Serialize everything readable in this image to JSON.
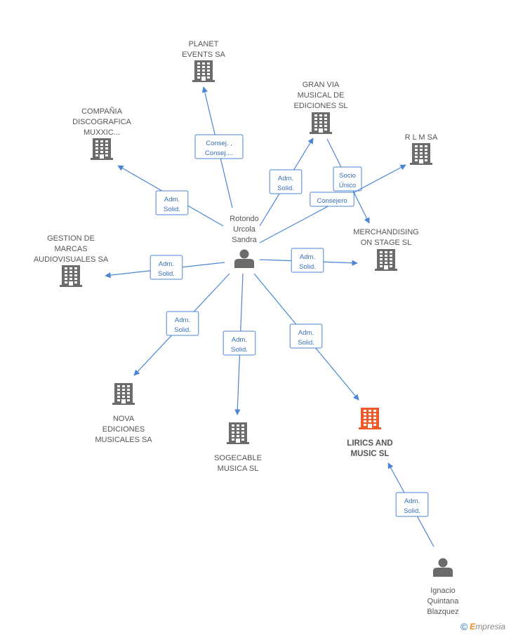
{
  "colors": {
    "edge": "#4a86d4",
    "building": "#6b6b6b",
    "highlight": "#f05a28",
    "person": "#6b6b6b"
  },
  "nodes": [
    {
      "id": "center",
      "type": "person",
      "label": [
        "Rotondo",
        "Urcola",
        "Sandra"
      ]
    },
    {
      "id": "planet",
      "type": "company",
      "label": [
        "PLANET",
        "EVENTS SA"
      ]
    },
    {
      "id": "granvia",
      "type": "company",
      "label": [
        "GRAN VIA",
        "MUSICAL DE",
        "EDICIONES SL"
      ]
    },
    {
      "id": "rlm",
      "type": "company",
      "label": [
        "R L M SA"
      ]
    },
    {
      "id": "compania",
      "type": "company",
      "label": [
        "COMPAÑIA",
        "DISCOGRAFICA",
        "MUXXIC..."
      ]
    },
    {
      "id": "gestion",
      "type": "company",
      "label": [
        "GESTION DE",
        "MARCAS",
        "AUDIOVISUALES SA"
      ]
    },
    {
      "id": "merch",
      "type": "company",
      "label": [
        "MERCHANDISING",
        "ON STAGE SL"
      ]
    },
    {
      "id": "nova",
      "type": "company",
      "label": [
        "NOVA",
        "EDICIONES",
        "MUSICALES SA"
      ]
    },
    {
      "id": "sogecable",
      "type": "company",
      "label": [
        "SOGECABLE",
        "MUSICA SL"
      ]
    },
    {
      "id": "lirics",
      "type": "company",
      "highlight": true,
      "label": [
        "LIRICS AND",
        "MUSIC SL"
      ]
    },
    {
      "id": "ignacio",
      "type": "person",
      "label": [
        "Ignacio",
        "Quintana",
        "Blazquez"
      ]
    }
  ],
  "edges": [
    {
      "from": "center",
      "to": "planet",
      "label": [
        "Consej. ,",
        "Consej...."
      ]
    },
    {
      "from": "center",
      "to": "granvia",
      "label": [
        "Adm.",
        "Solid."
      ]
    },
    {
      "from": "granvia",
      "to": "merch",
      "label": [
        "Socio",
        "Único"
      ]
    },
    {
      "from": "center",
      "to": "rlm",
      "label": [
        "Consejero"
      ]
    },
    {
      "from": "center",
      "to": "compania",
      "label": [
        "Adm.",
        "Solid."
      ]
    },
    {
      "from": "center",
      "to": "gestion",
      "label": [
        "Adm.",
        "Solid."
      ]
    },
    {
      "from": "center",
      "to": "merch",
      "label": [
        "Adm.",
        "Solid."
      ]
    },
    {
      "from": "center",
      "to": "nova",
      "label": [
        "Adm.",
        "Solid."
      ]
    },
    {
      "from": "center",
      "to": "sogecable",
      "label": [
        "Adm.",
        "Solid."
      ]
    },
    {
      "from": "center",
      "to": "lirics",
      "label": [
        "Adm.",
        "Solid."
      ]
    },
    {
      "from": "ignacio",
      "to": "lirics",
      "label": [
        "Adm.",
        "Solid."
      ]
    }
  ],
  "footer": {
    "copyright": "©",
    "brand_initial": "E",
    "brand_rest": "mpresia"
  }
}
